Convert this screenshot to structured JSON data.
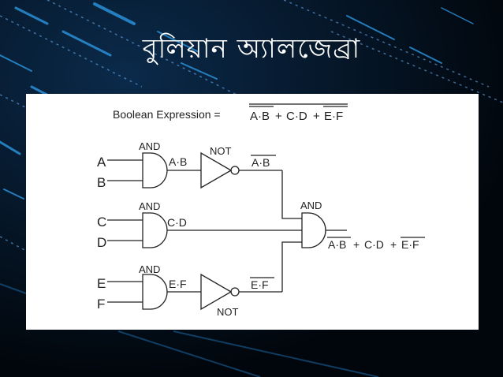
{
  "slide": {
    "title": "বুলিয়ান অ্যালজেব্রা"
  },
  "diagram": {
    "expression_label": "Boolean Expression  =",
    "expression": {
      "term1": "A·B",
      "plus1": "+",
      "term2": "C·D",
      "plus2": "+",
      "term3": "E·F"
    },
    "inputs": [
      "A",
      "B",
      "C",
      "D",
      "E",
      "F"
    ],
    "gates": {
      "and1_label": "AND",
      "and2_label": "AND",
      "and3_label": "AND",
      "and_out_label": "AND",
      "not1_label": "NOT",
      "not2_label": "NOT"
    },
    "wires": {
      "ab": "A·B",
      "ab_bar": "A·B",
      "cd": "C·D",
      "ef": "E·F",
      "ef_bar": "E·F"
    },
    "output": {
      "term1": "A·B",
      "plus1": "+",
      "term2": "C·D",
      "plus2": "+",
      "term3": "E·F"
    }
  },
  "colors": {
    "background": "#020a14",
    "streak": "#2a8fd6",
    "line": "#222222"
  }
}
